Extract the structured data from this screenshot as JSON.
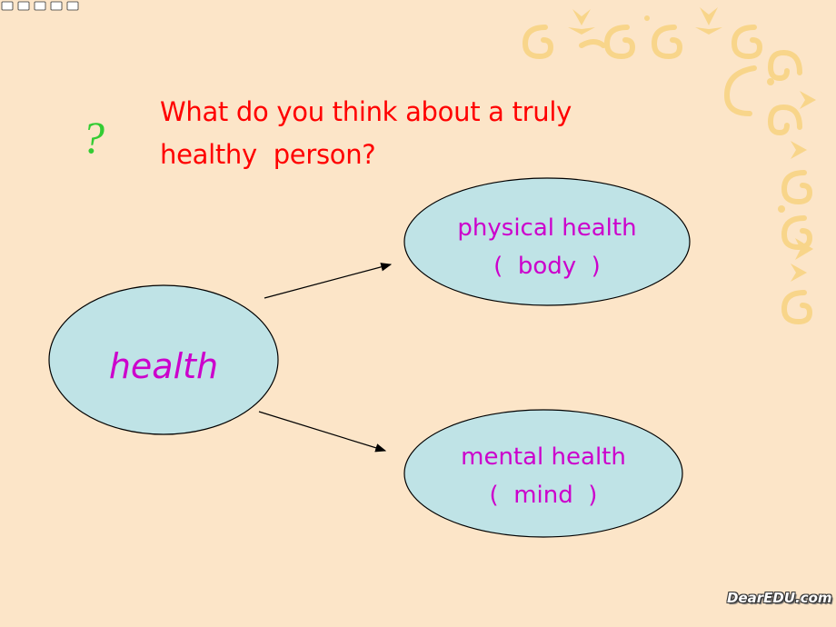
{
  "question_mark": "?",
  "question": {
    "line1": "What do you think about a truly",
    "line2": "healthy  person?"
  },
  "nodes": {
    "center": "health",
    "top": {
      "line1": "physical health",
      "line2": "(  body  )"
    },
    "bottom": {
      "line1": "mental health",
      "line2": "(  mind  )"
    }
  },
  "logo": {
    "text": "DearEDU.com"
  },
  "colors": {
    "background": "#FCE5C8",
    "ornament": "#F8D58A",
    "ellipse_fill": "#BFE3E6",
    "question_text": "#FF0000",
    "node_text": "#CC00CC",
    "question_mark": "#33CC33"
  },
  "icons": {
    "corner_ornament": "floral-scroll-ornament"
  }
}
